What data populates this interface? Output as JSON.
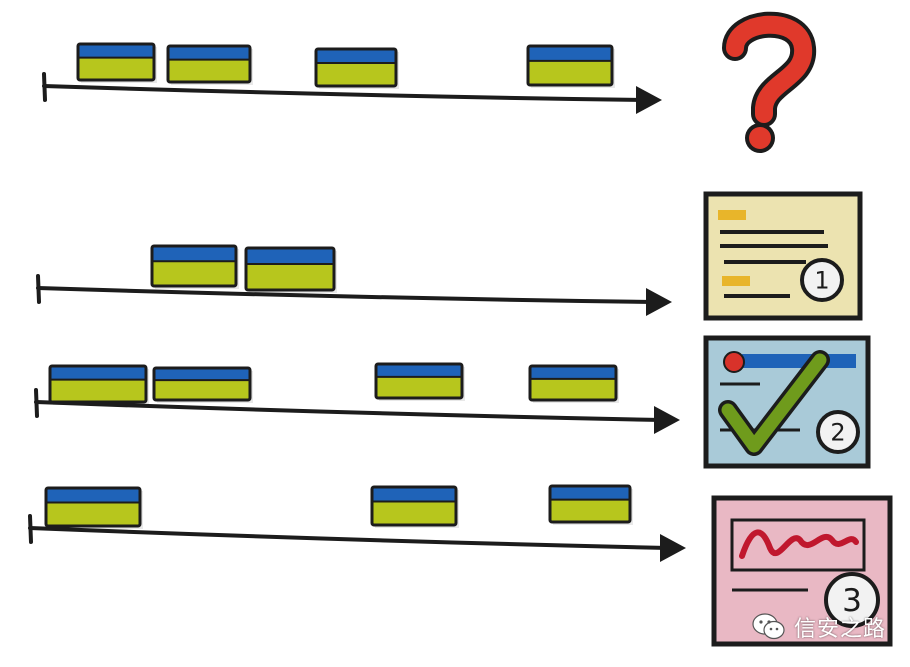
{
  "diagram": {
    "colors": {
      "ink": "#1c1c1c",
      "block_top": "#1f63b8",
      "block_bottom": "#b7c61d",
      "question": "#e0392b",
      "card1_bg": "#ece3b0",
      "card1_accent": "#e8b52a",
      "card2_bg": "#a9cad8",
      "card2_check": "#6f9b1c",
      "card2_dot": "#d8322a",
      "card3_bg": "#e9b8c4",
      "card3_wave": "#c0182e"
    },
    "rows": [
      {
        "name": "timeline-unordered",
        "marker": "question-mark-icon",
        "card_number": ""
      },
      {
        "name": "timeline-1",
        "marker": "card",
        "card_number": "1"
      },
      {
        "name": "timeline-2",
        "marker": "card",
        "card_number": "2"
      },
      {
        "name": "timeline-3",
        "marker": "card",
        "card_number": "3"
      }
    ],
    "watermark": {
      "icon": "wechat-icon",
      "text": "信安之路"
    }
  }
}
